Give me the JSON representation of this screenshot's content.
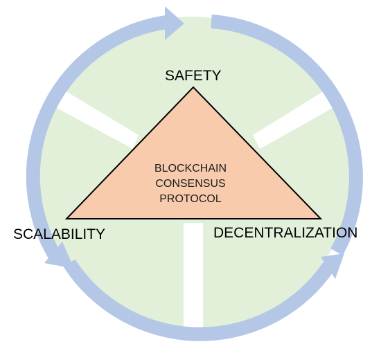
{
  "vertices": {
    "top": "SAFETY",
    "left": "SCALABILITY",
    "right": "DECENTRALIZATION"
  },
  "center_lines": [
    "BLOCKCHAIN",
    "CONSENSUS",
    "PROTOCOL"
  ],
  "colors": {
    "circle_fill": "#e2f0d9",
    "ring_arrow": "#b4c7e7",
    "divider": "#ffffff",
    "triangle_fill": "#f8cbad",
    "triangle_stroke": "#000000"
  }
}
